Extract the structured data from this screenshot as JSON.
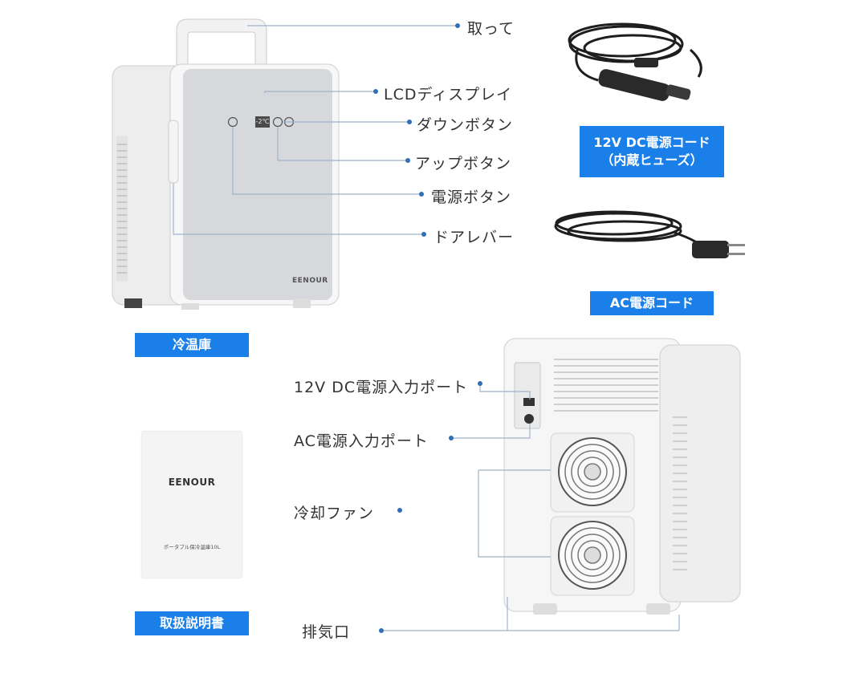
{
  "front_labels": {
    "handle": "取って",
    "lcd": "LCDディスプレイ",
    "down": "ダウンボタン",
    "up": "アップボタン",
    "power": "電源ボタン",
    "door_lever": "ドアレバー"
  },
  "front_panel": {
    "brand_logo": "EENOUR",
    "display_reading": "-2℃"
  },
  "badges": {
    "fridge": "冷温庫",
    "dc_cord_line1": "12V DC電源コード",
    "dc_cord_line2": "（内蔵ヒューズ）",
    "ac_cord": "AC電源コード",
    "manual": "取扱説明書"
  },
  "back_labels": {
    "dc_port": "12V DC電源入力ポート",
    "ac_port": "AC電源入力ポート",
    "fan": "冷却ファン",
    "exhaust": "排気口"
  },
  "manual": {
    "brand": "EENOUR",
    "subtitle": "ポータブル保冷温庫10L"
  },
  "colors": {
    "accent": "#1a7fe8",
    "leader_line": "#9fb3c8",
    "leader_dot": "#2f6fb5"
  }
}
